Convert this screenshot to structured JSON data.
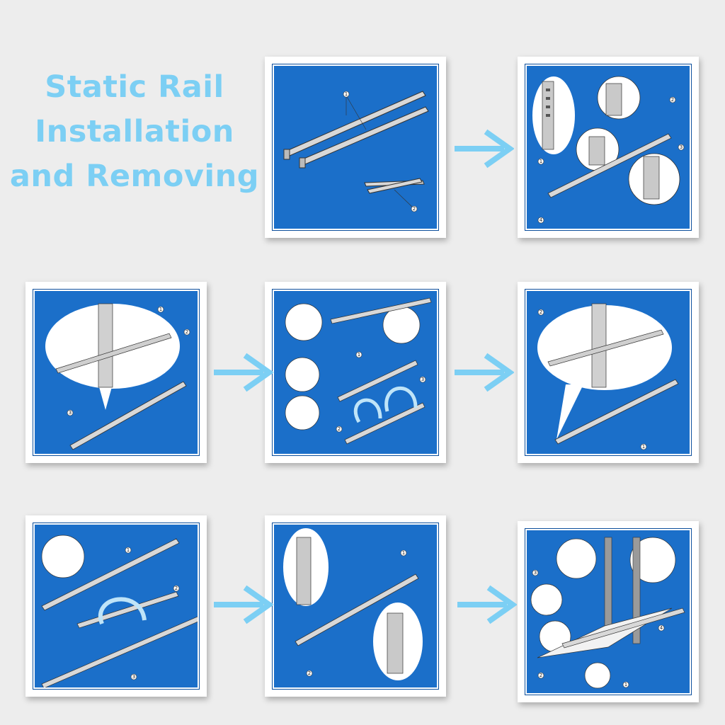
{
  "title": {
    "line1": "Static Rail",
    "line2": "Installation",
    "line3": "and Removing"
  },
  "colors": {
    "panel_blue": "#1b6fc9",
    "arrow": "#7ccff4",
    "title": "#7ccff4",
    "background": "#ededed"
  },
  "panels": [
    {
      "name": "step-1-rail-kit-contents",
      "callouts": [
        "1",
        "2"
      ]
    },
    {
      "name": "step-2-rack-hole-alignment",
      "callouts": [
        "1",
        "2",
        "3",
        "4"
      ]
    },
    {
      "name": "step-3-front-rail-attach",
      "callouts": [
        "1",
        "2",
        "3"
      ]
    },
    {
      "name": "step-4-rail-flip-adjust",
      "callouts": [
        "1",
        "2",
        "3"
      ]
    },
    {
      "name": "step-5-rear-rail-attach",
      "callouts": [
        "1",
        "2"
      ]
    },
    {
      "name": "step-6-rail-release",
      "callouts": [
        "1",
        "2",
        "3"
      ]
    },
    {
      "name": "step-7-rail-extend",
      "callouts": [
        "1",
        "2"
      ]
    },
    {
      "name": "step-8-rail-install-rack",
      "callouts": [
        "1",
        "2",
        "3",
        "4"
      ]
    }
  ]
}
